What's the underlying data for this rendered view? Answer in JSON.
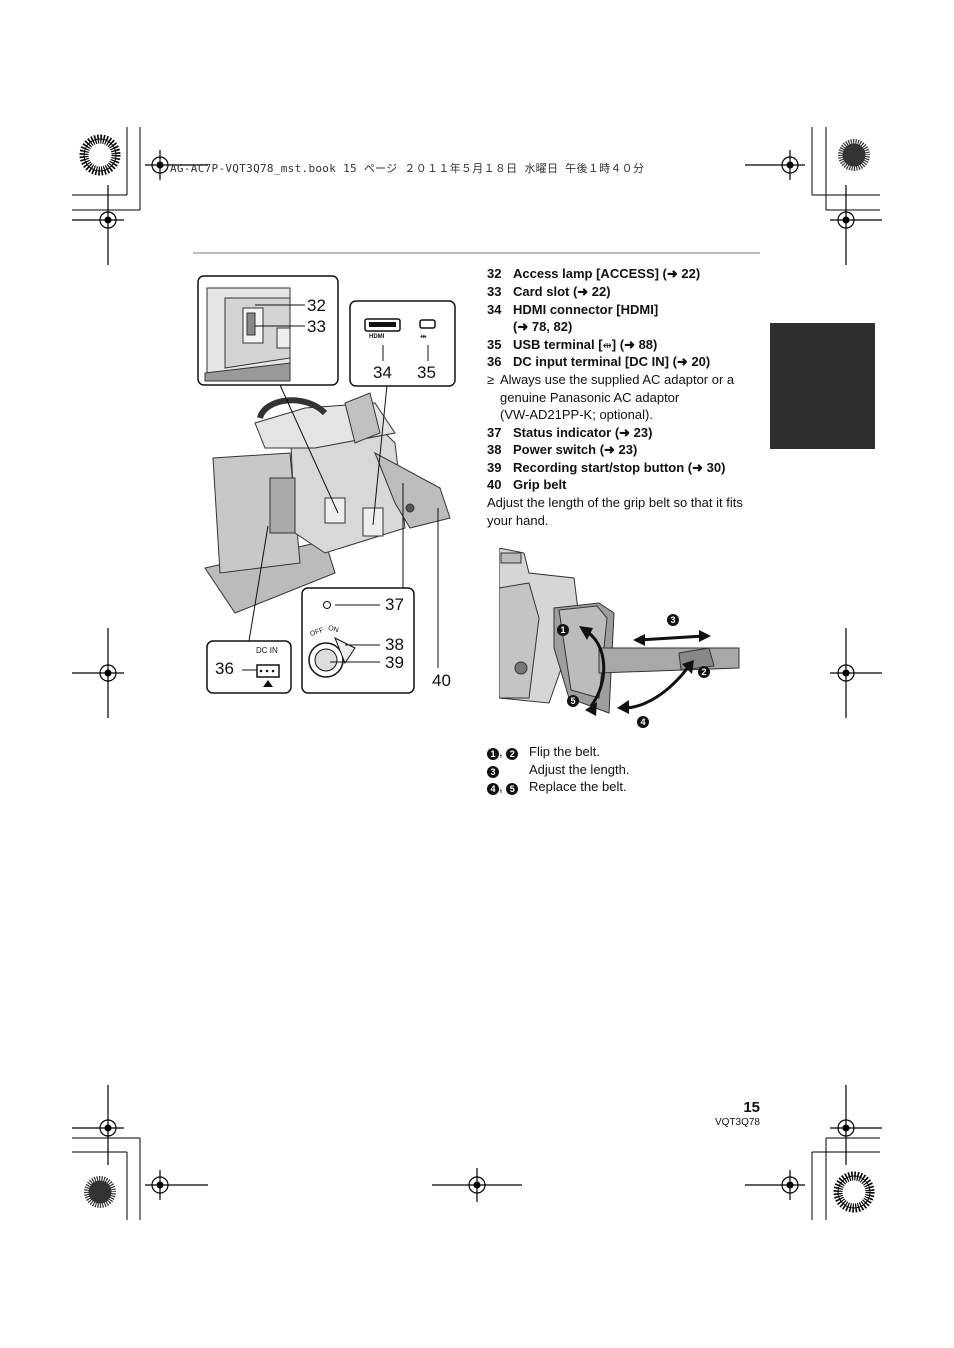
{
  "header": {
    "text": "AG-AC7P-VQT3Q78_mst.book  15 ページ  ２０１１年５月１８日  水曜日  午後１時４０分"
  },
  "items": [
    {
      "num": "32",
      "label": "Access lamp [ACCESS] (➜ 22)"
    },
    {
      "num": "33",
      "label": "Card slot (➜ 22)"
    },
    {
      "num": "34",
      "label": "HDMI connector [HDMI]",
      "cont": "(➜ 78, 82)"
    },
    {
      "num": "35",
      "label": "USB terminal [",
      "icon": "usb-icon",
      "label_end": "] (➜ 88)"
    },
    {
      "num": "36",
      "label": "DC input terminal [DC IN] (➜ 20)"
    }
  ],
  "note": {
    "bullet": "≥",
    "lines": [
      "Always use the supplied AC adaptor or a",
      "genuine Panasonic AC adaptor",
      "(VW-AD21PP-K; optional)."
    ]
  },
  "items2": [
    {
      "num": "37",
      "label": "Status indicator (➜ 23)"
    },
    {
      "num": "38",
      "label": "Power switch (➜ 23)"
    },
    {
      "num": "39",
      "label": "Recording start/stop button (➜ 30)"
    },
    {
      "num": "40",
      "label": "Grip belt"
    }
  ],
  "grip_desc": [
    "Adjust the length of the grip belt so that it fits",
    "your hand."
  ],
  "steps": [
    {
      "marks": [
        "1",
        "2"
      ],
      "sep": ",",
      "text": "Flip the belt."
    },
    {
      "marks": [
        "3"
      ],
      "sep": "",
      "text": "Adjust the length."
    },
    {
      "marks": [
        "4",
        "5"
      ],
      "sep": ",",
      "text": "Replace the belt."
    }
  ],
  "figure": {
    "callouts": {
      "c32": "32",
      "c33": "33",
      "c34": "34",
      "c35": "35",
      "c36": "36",
      "c37": "37",
      "c38": "38",
      "c39": "39",
      "c40": "40"
    },
    "hdmi_label": "HDMI",
    "dc_in_label": "DC IN",
    "off_label": "OFF",
    "on_label": "ON"
  },
  "grip_figure": {
    "marks": [
      "1",
      "2",
      "3",
      "4",
      "5"
    ]
  },
  "footer": {
    "page": "15",
    "code": "VQT3Q78"
  }
}
